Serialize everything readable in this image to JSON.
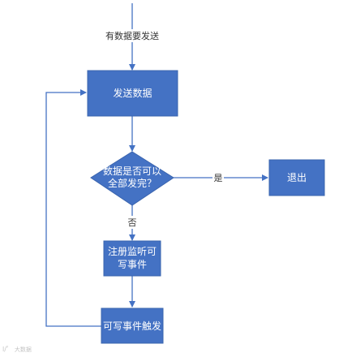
{
  "theme": {
    "node_fill": "#4472C4",
    "node_stroke": "#3A64AE",
    "line_color": "#4472C4",
    "node_text_color": "#FFFFFF",
    "label_color": "#333333"
  },
  "diagram": {
    "entry_label": "有数据要发送",
    "nodes": {
      "send": "发送数据",
      "decision_line1": "数据是否可以",
      "decision_line2": "全部发完？",
      "exit": "退出",
      "register_line1": "注册监听可",
      "register_line2": "写事件",
      "triggered": "可写事件触发"
    },
    "edge_labels": {
      "yes": "是",
      "no": "否"
    }
  },
  "watermark": {
    "logo": "l/゜",
    "text": "大数据"
  }
}
